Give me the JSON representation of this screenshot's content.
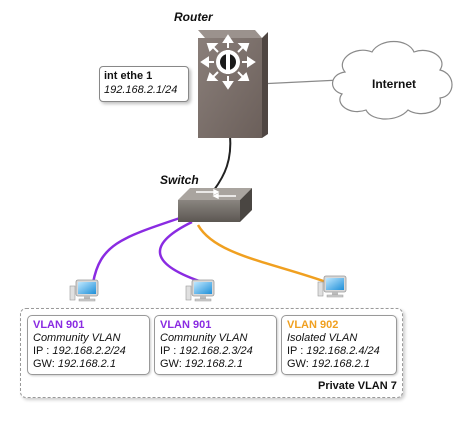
{
  "router": {
    "title": "Router"
  },
  "router_interface": {
    "name": "int ethe 1",
    "address": "192.168.2.1/24"
  },
  "internet": {
    "label": "Internet"
  },
  "switch": {
    "title": "Switch"
  },
  "hosts": [
    {
      "vlan": "VLAN 901",
      "vlan_color": "#8a2be2",
      "type": "Community VLAN",
      "ip_label": "IP   : ",
      "ip": "192.168.2.2/24",
      "gw_label": "GW: ",
      "gw": "192.168.2.1",
      "link_color": "#8a2be2"
    },
    {
      "vlan": "VLAN 901",
      "vlan_color": "#8a2be2",
      "type": "Community VLAN",
      "ip_label": "IP   : ",
      "ip": "192.168.2.3/24",
      "gw_label": "GW: ",
      "gw": "192.168.2.1",
      "link_color": "#8a2be2"
    },
    {
      "vlan": "VLAN 902",
      "vlan_color": "#f0a020",
      "type": "Isolated VLAN",
      "ip_label": "IP   : ",
      "ip": "192.168.2.4/24",
      "gw_label": "GW: ",
      "gw": "192.168.2.1",
      "link_color": "#f0a020"
    }
  ],
  "private_vlan": {
    "label": "Private VLAN 7"
  },
  "colors": {
    "router_body": "#6b5f5a",
    "cable": "#222222",
    "community": "#8a2be2",
    "isolated": "#f0a020"
  }
}
